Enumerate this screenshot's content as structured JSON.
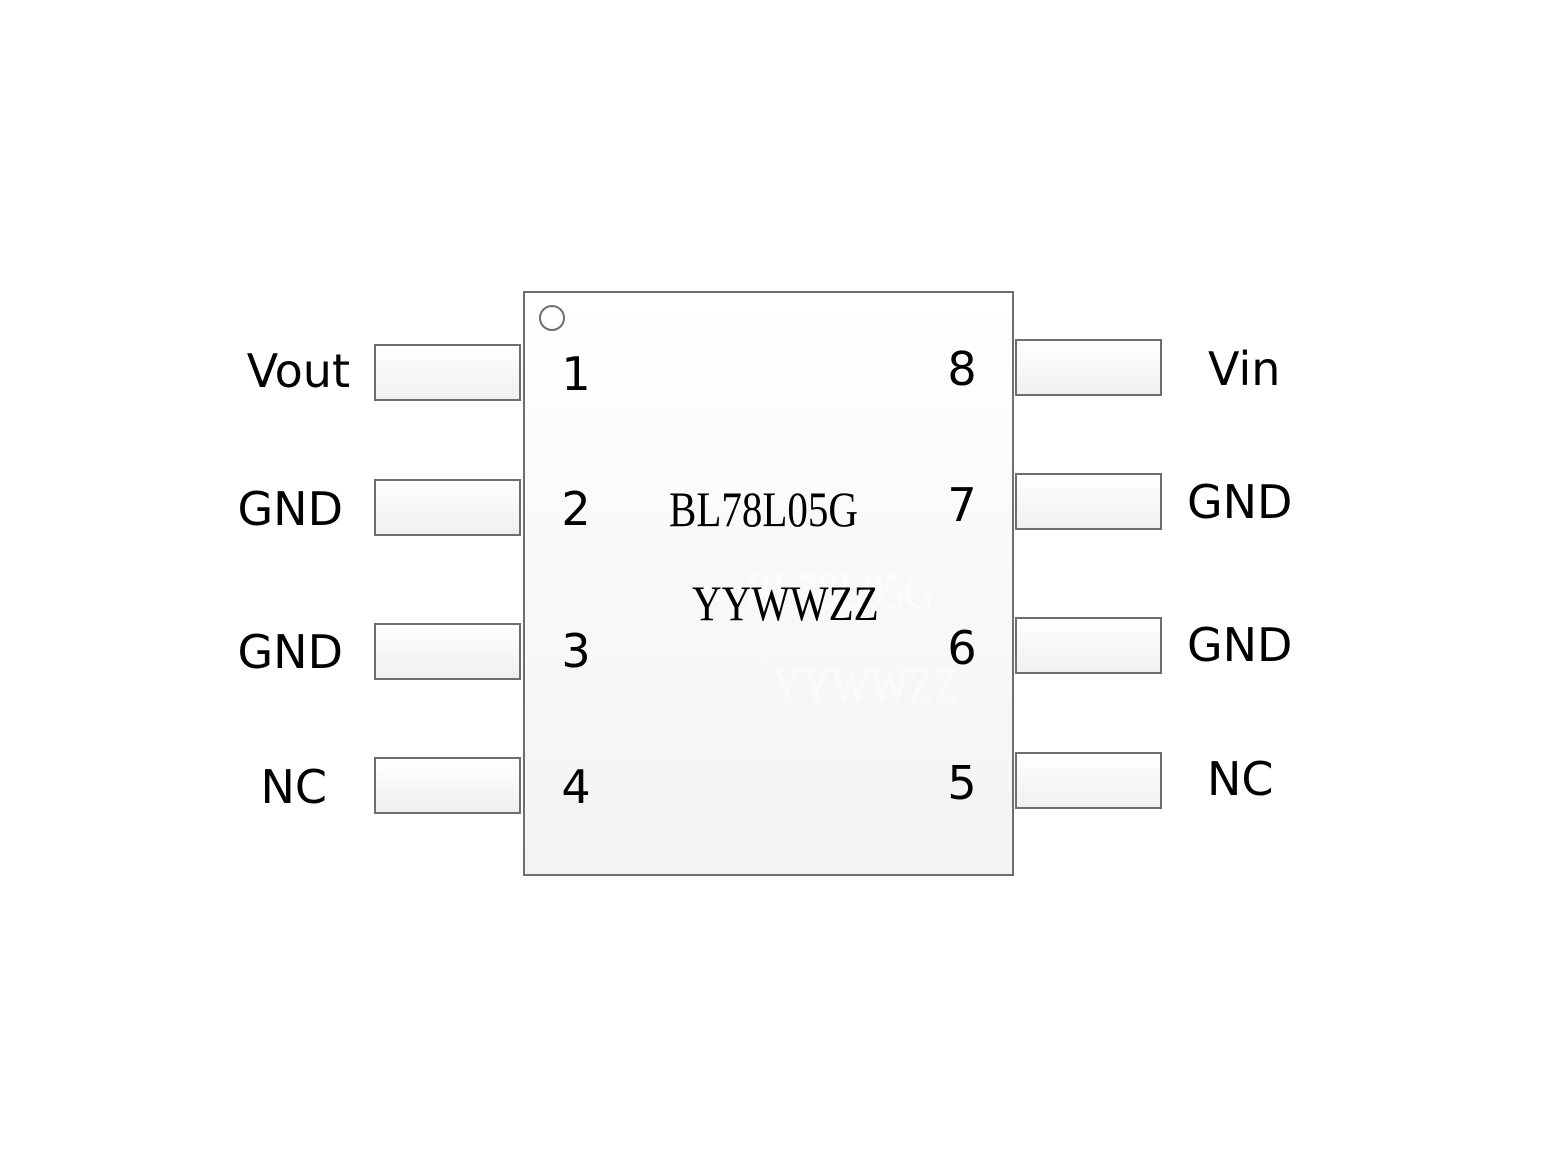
{
  "chip": {
    "marking_line1": "BL78L05G",
    "marking_line2": "YYWWZZ"
  },
  "left_pins": [
    {
      "number": "1",
      "label": "Vout"
    },
    {
      "number": "2",
      "label": "GND"
    },
    {
      "number": "3",
      "label": "GND"
    },
    {
      "number": "4",
      "label": "NC"
    }
  ],
  "right_pins": [
    {
      "number": "8",
      "label": "Vin"
    },
    {
      "number": "7",
      "label": "GND"
    },
    {
      "number": "6",
      "label": "GND"
    },
    {
      "number": "5",
      "label": "NC"
    }
  ],
  "colors": {
    "outline": "#6e6e6e",
    "body_fill": "#f3f3f3",
    "text": "#000000"
  }
}
